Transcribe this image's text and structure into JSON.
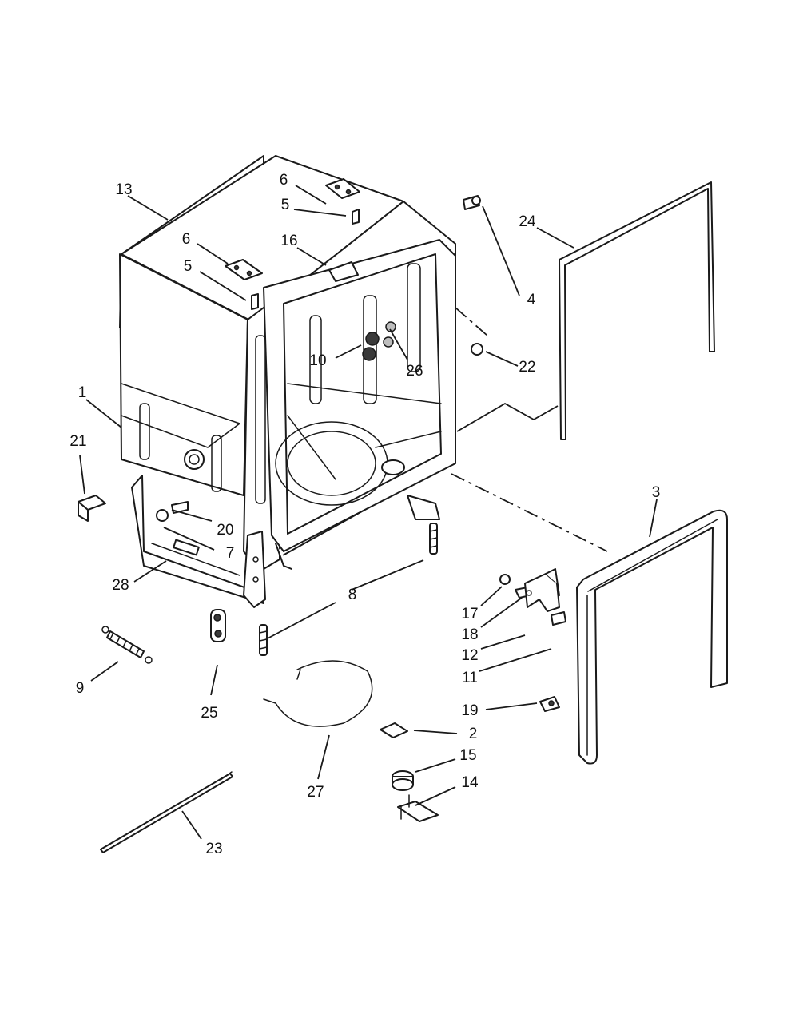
{
  "diagram": {
    "callouts": [
      {
        "id": "c13a",
        "text": "13"
      },
      {
        "id": "c6a",
        "text": "6"
      },
      {
        "id": "c5a",
        "text": "5"
      },
      {
        "id": "c6b",
        "text": "6"
      },
      {
        "id": "c5b",
        "text": "5"
      },
      {
        "id": "c16",
        "text": "16"
      },
      {
        "id": "c24",
        "text": "24"
      },
      {
        "id": "c4",
        "text": "4"
      },
      {
        "id": "c10",
        "text": "10"
      },
      {
        "id": "c26",
        "text": "26"
      },
      {
        "id": "c22",
        "text": "22"
      },
      {
        "id": "c1",
        "text": "1"
      },
      {
        "id": "c21",
        "text": "21"
      },
      {
        "id": "c20",
        "text": "20"
      },
      {
        "id": "c7",
        "text": "7"
      },
      {
        "id": "c3",
        "text": "3"
      },
      {
        "id": "c28",
        "text": "28"
      },
      {
        "id": "c8",
        "text": "8"
      },
      {
        "id": "c17",
        "text": "17"
      },
      {
        "id": "c18",
        "text": "18"
      },
      {
        "id": "c12",
        "text": "12"
      },
      {
        "id": "c11",
        "text": "11"
      },
      {
        "id": "c9",
        "text": "9"
      },
      {
        "id": "c25",
        "text": "25"
      },
      {
        "id": "c19",
        "text": "19"
      },
      {
        "id": "c2",
        "text": "2"
      },
      {
        "id": "c15",
        "text": "15"
      },
      {
        "id": "c27",
        "text": "27"
      },
      {
        "id": "c14",
        "text": "14"
      },
      {
        "id": "c23",
        "text": "23"
      }
    ],
    "colors": {
      "line": "#1a1a1a",
      "fill": "#ffffff",
      "shade": "#bdbdbd",
      "background": "#ffffff"
    }
  }
}
